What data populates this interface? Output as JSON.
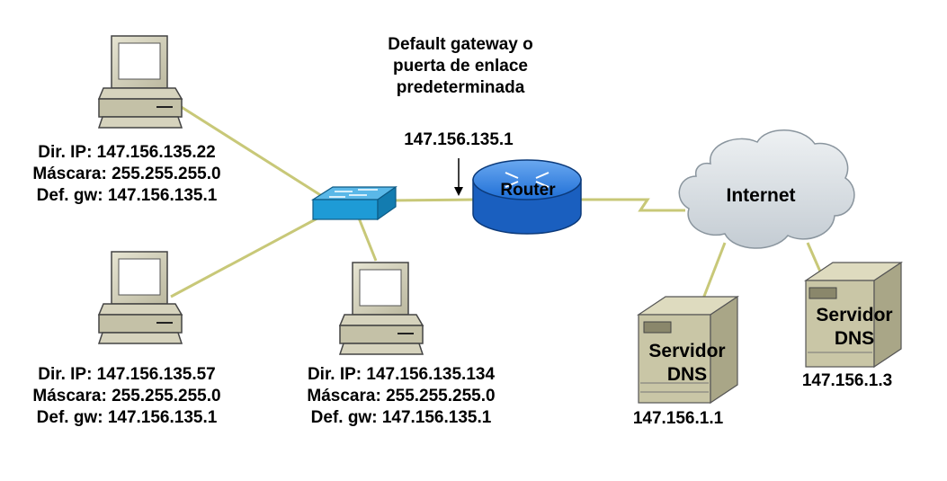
{
  "title": {
    "line1": "Default gateway o",
    "line2": "puerta de enlace",
    "line3": "predeterminada"
  },
  "router": {
    "ip": "147.156.135.1",
    "label": "Router"
  },
  "internet": {
    "label": "Internet"
  },
  "hosts": [
    {
      "ip": "Dir. IP: 147.156.135.22",
      "mask": "Máscara: 255.255.255.0",
      "gw": "Def. gw: 147.156.135.1"
    },
    {
      "ip": "Dir. IP: 147.156.135.57",
      "mask": "Máscara: 255.255.255.0",
      "gw": "Def. gw: 147.156.135.1"
    },
    {
      "ip": "Dir. IP: 147.156.135.134",
      "mask": "Máscara: 255.255.255.0",
      "gw": "Def. gw: 147.156.135.1"
    }
  ],
  "dns_servers": [
    {
      "line1": "Servidor",
      "line2": "DNS",
      "ip": "147.156.1.1"
    },
    {
      "line1": "Servidor",
      "line2": "DNS",
      "ip": "147.156.1.3"
    }
  ],
  "colors": {
    "link": "#c8c878",
    "router_body": "#1f6fd6",
    "switch_body": "#1e9bd6",
    "cloud": "#cfd6dc",
    "server": "#c9c6a6"
  }
}
